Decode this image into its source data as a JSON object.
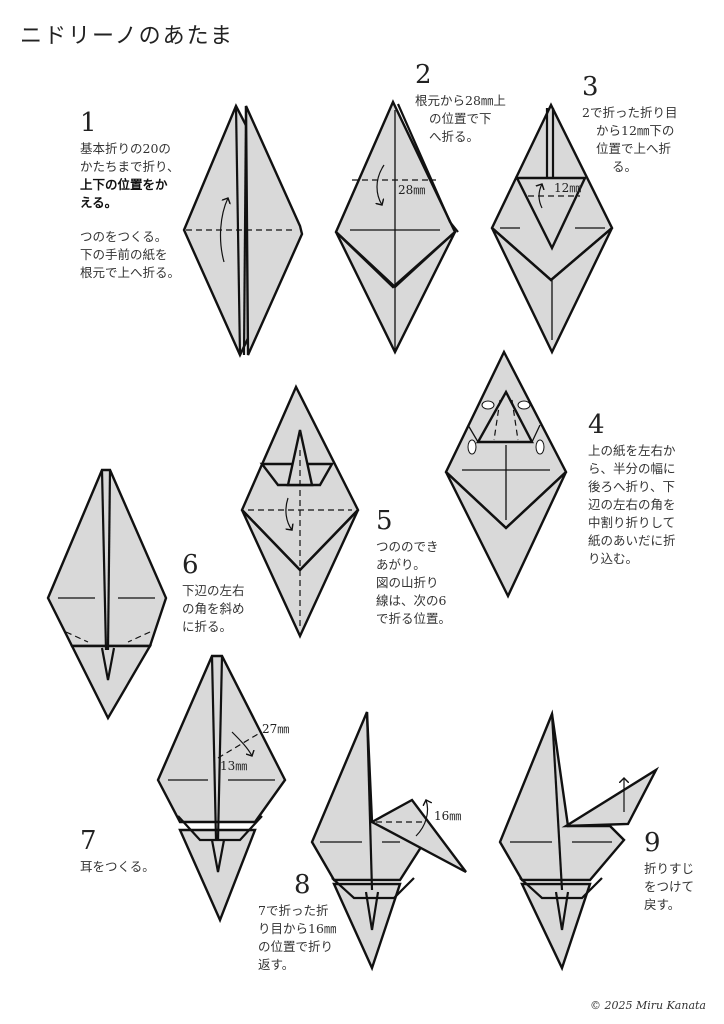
{
  "title": "ニドリーノのあたま",
  "steps": [
    {
      "number": "1",
      "lines_normal_a": [
        "基本折りの20の",
        "かたちまで折り、"
      ],
      "lines_bold": [
        "上下の位置をか",
        "える。"
      ],
      "lines_normal_b": [
        "つのをつくる。",
        "下の手前の紙を",
        "根元で上へ折る。"
      ]
    },
    {
      "number": "2",
      "lines": [
        "根元から28㎜上",
        "の位置で下",
        "へ折る。"
      ],
      "measure": "28㎜"
    },
    {
      "number": "3",
      "lines": [
        "2で折った折り目",
        "から12㎜下の",
        "位置で上へ折",
        "る。"
      ],
      "measure": "12㎜"
    },
    {
      "number": "4",
      "lines": [
        "上の紙を左右か",
        "ら、半分の幅に",
        "後ろへ折り、下",
        "辺の左右の角を",
        "中割り折りして",
        "紙のあいだに折",
        "り込む。"
      ]
    },
    {
      "number": "5",
      "lines": [
        "つののでき",
        "あがり。",
        "図の山折り",
        "線は、次の6",
        "で折る位置。"
      ]
    },
    {
      "number": "6",
      "lines": [
        "下辺の左右",
        "の角を斜め",
        "に折る。"
      ]
    },
    {
      "number": "7",
      "lines": [
        "耳をつくる。"
      ],
      "measure_a": "27㎜",
      "measure_b": "13㎜"
    },
    {
      "number": "8",
      "lines": [
        "7で折った折",
        "り目から16㎜",
        "の位置で折り",
        "返す。"
      ],
      "measure": "16㎜"
    },
    {
      "number": "9",
      "lines": [
        "折りすじ",
        "をつけて",
        "戻す。"
      ]
    }
  ],
  "copyright": "© 2025 Miru Kanata",
  "colors": {
    "paper": "#d9d9d9",
    "line": "#111111",
    "background": "#ffffff"
  }
}
